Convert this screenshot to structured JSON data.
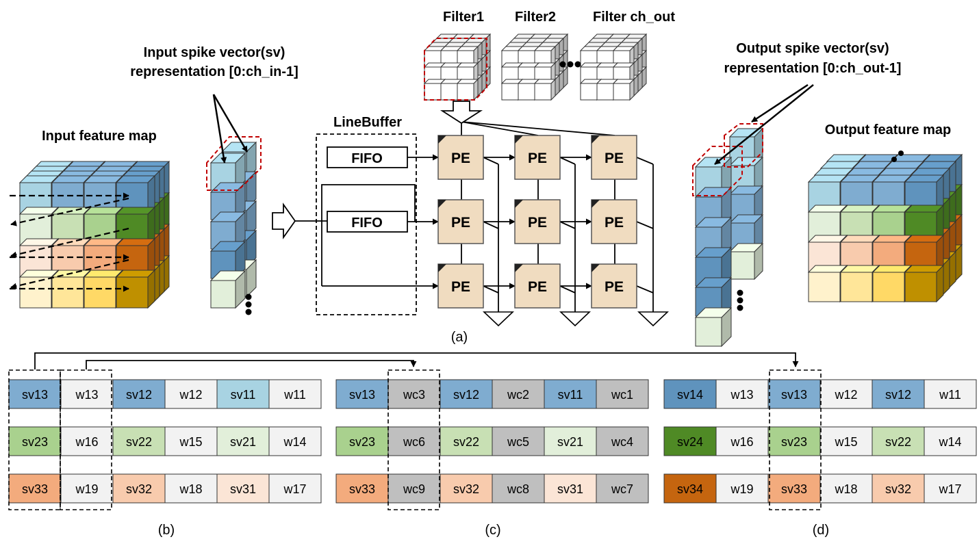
{
  "labels": {
    "input_sv_line1": "Input spike vector(sv)",
    "input_sv_line2": "representation [0:ch_in-1]",
    "output_sv_line1": "Output spike vector(sv)",
    "output_sv_line2": "representation [0:ch_out-1]",
    "input_feature_map": "Input feature map",
    "output_feature_map": "Output feature map",
    "linebuffer": "LineBuffer",
    "filter1": "Filter1",
    "filter2": "Filter2",
    "filter_ch_out": "Filter ch_out",
    "fifo": "FIFO",
    "pe": "PE"
  },
  "captions": {
    "a": "(a)",
    "b": "(b)",
    "c": "(c)",
    "d": "(d)"
  },
  "colors": {
    "blue_dark": "#5f93bd",
    "blue_mid": "#7facd0",
    "blue_light": "#a8d3e2",
    "green_dark": "#4f8a25",
    "green_mid": "#a9d18e",
    "green_light": "#c8e0b4",
    "green_pale": "#e2efda",
    "orange_dark": "#c5650f",
    "orange_mid": "#f3ab7d",
    "orange_light": "#f8cbad",
    "orange_pale": "#fbe5d6",
    "yellow_dark": "#bf9000",
    "yellow_mid": "#ffd966",
    "yellow_light": "#ffe699",
    "yellow_pale": "#fff2cc",
    "weight_gray": "#bfbfbf",
    "weight_white": "#f2f2f2",
    "pe_fill": "#f0dcc0",
    "red_dash": "#c00000"
  },
  "tables": {
    "b": [
      [
        {
          "text": "sv13",
          "color": "blue_mid"
        },
        {
          "text": "w13",
          "color": "weight_white"
        },
        {
          "text": "sv12",
          "color": "blue_mid"
        },
        {
          "text": "w12",
          "color": "weight_white"
        },
        {
          "text": "sv11",
          "color": "blue_light"
        },
        {
          "text": "w11",
          "color": "weight_white"
        }
      ],
      [
        {
          "text": "sv23",
          "color": "green_mid"
        },
        {
          "text": "w16",
          "color": "weight_white"
        },
        {
          "text": "sv22",
          "color": "green_light"
        },
        {
          "text": "w15",
          "color": "weight_white"
        },
        {
          "text": "sv21",
          "color": "green_pale"
        },
        {
          "text": "w14",
          "color": "weight_white"
        }
      ],
      [
        {
          "text": "sv33",
          "color": "orange_mid"
        },
        {
          "text": "w19",
          "color": "weight_white"
        },
        {
          "text": "sv32",
          "color": "orange_light"
        },
        {
          "text": "w18",
          "color": "weight_white"
        },
        {
          "text": "sv31",
          "color": "orange_pale"
        },
        {
          "text": "w17",
          "color": "weight_white"
        }
      ]
    ],
    "c": [
      [
        {
          "text": "sv13",
          "color": "blue_mid"
        },
        {
          "text": "wc3",
          "color": "weight_gray"
        },
        {
          "text": "sv12",
          "color": "blue_mid"
        },
        {
          "text": "wc2",
          "color": "weight_gray"
        },
        {
          "text": "sv11",
          "color": "blue_mid"
        },
        {
          "text": "wc1",
          "color": "weight_gray"
        }
      ],
      [
        {
          "text": "sv23",
          "color": "green_mid"
        },
        {
          "text": "wc6",
          "color": "weight_gray"
        },
        {
          "text": "sv22",
          "color": "green_light"
        },
        {
          "text": "wc5",
          "color": "weight_gray"
        },
        {
          "text": "sv21",
          "color": "green_pale"
        },
        {
          "text": "wc4",
          "color": "weight_gray"
        }
      ],
      [
        {
          "text": "sv33",
          "color": "orange_mid"
        },
        {
          "text": "wc9",
          "color": "weight_gray"
        },
        {
          "text": "sv32",
          "color": "orange_light"
        },
        {
          "text": "wc8",
          "color": "weight_gray"
        },
        {
          "text": "sv31",
          "color": "orange_pale"
        },
        {
          "text": "wc7",
          "color": "weight_gray"
        }
      ]
    ],
    "d": [
      [
        {
          "text": "sv14",
          "color": "blue_dark"
        },
        {
          "text": "w13",
          "color": "weight_white"
        },
        {
          "text": "sv13",
          "color": "blue_mid"
        },
        {
          "text": "w12",
          "color": "weight_white"
        },
        {
          "text": "sv12",
          "color": "blue_mid"
        },
        {
          "text": "w11",
          "color": "weight_white"
        }
      ],
      [
        {
          "text": "sv24",
          "color": "green_dark"
        },
        {
          "text": "w16",
          "color": "weight_white"
        },
        {
          "text": "sv23",
          "color": "green_mid"
        },
        {
          "text": "w15",
          "color": "weight_white"
        },
        {
          "text": "sv22",
          "color": "green_light"
        },
        {
          "text": "w14",
          "color": "weight_white"
        }
      ],
      [
        {
          "text": "sv34",
          "color": "orange_dark"
        },
        {
          "text": "w19",
          "color": "weight_white"
        },
        {
          "text": "sv33",
          "color": "orange_mid"
        },
        {
          "text": "w18",
          "color": "weight_white"
        },
        {
          "text": "sv32",
          "color": "orange_light"
        },
        {
          "text": "w17",
          "color": "weight_white"
        }
      ]
    ]
  }
}
